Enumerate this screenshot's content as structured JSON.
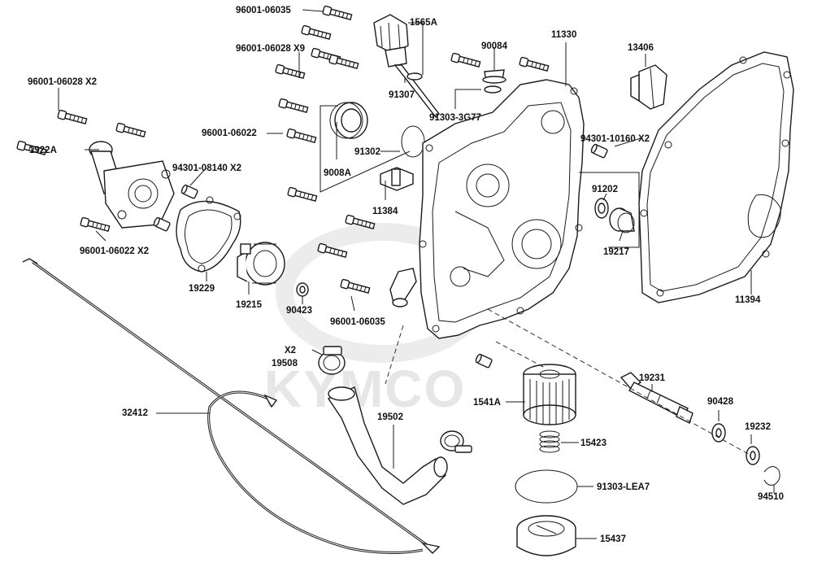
{
  "watermark": "KYMCO",
  "labels": [
    {
      "id": "p96001-06035-top",
      "text": "96001-06035"
    },
    {
      "id": "p1565A",
      "text": "1565A"
    },
    {
      "id": "p90084",
      "text": "90084"
    },
    {
      "id": "p11330",
      "text": "11330"
    },
    {
      "id": "p13406",
      "text": "13406"
    },
    {
      "id": "p96001-06028x9",
      "text": "96001-06028 X9"
    },
    {
      "id": "p96001-06028x2",
      "text": "96001-06028 X2"
    },
    {
      "id": "p91307",
      "text": "91307"
    },
    {
      "id": "p91303-3G77",
      "text": "91303-3G77"
    },
    {
      "id": "p96001-06022",
      "text": "96001-06022"
    },
    {
      "id": "p1922A",
      "text": "1922A"
    },
    {
      "id": "p91302",
      "text": "91302"
    },
    {
      "id": "p94301-10160",
      "text": "94301-10160 X2"
    },
    {
      "id": "p9008A",
      "text": "9008A"
    },
    {
      "id": "p94301-08140",
      "text": "94301-08140 X2"
    },
    {
      "id": "p91202",
      "text": "91202"
    },
    {
      "id": "p11384",
      "text": "11384"
    },
    {
      "id": "p96001-06022x2",
      "text": "96001-06022 X2"
    },
    {
      "id": "p19217",
      "text": "19217"
    },
    {
      "id": "p19229",
      "text": "19229"
    },
    {
      "id": "p19215",
      "text": "19215"
    },
    {
      "id": "p90423",
      "text": "90423"
    },
    {
      "id": "p96001-06035-mid",
      "text": "96001-06035"
    },
    {
      "id": "p11394",
      "text": "11394"
    },
    {
      "id": "pX2",
      "text": "X2"
    },
    {
      "id": "p19508",
      "text": "19508"
    },
    {
      "id": "p19231",
      "text": "19231"
    },
    {
      "id": "p32412",
      "text": "32412"
    },
    {
      "id": "p1541A",
      "text": "1541A"
    },
    {
      "id": "p19502",
      "text": "19502"
    },
    {
      "id": "p90428",
      "text": "90428"
    },
    {
      "id": "p19232",
      "text": "19232"
    },
    {
      "id": "p15423",
      "text": "15423"
    },
    {
      "id": "p91303-LEA7",
      "text": "91303-LEA7"
    },
    {
      "id": "p94510",
      "text": "94510"
    },
    {
      "id": "p15437",
      "text": "15437"
    }
  ]
}
